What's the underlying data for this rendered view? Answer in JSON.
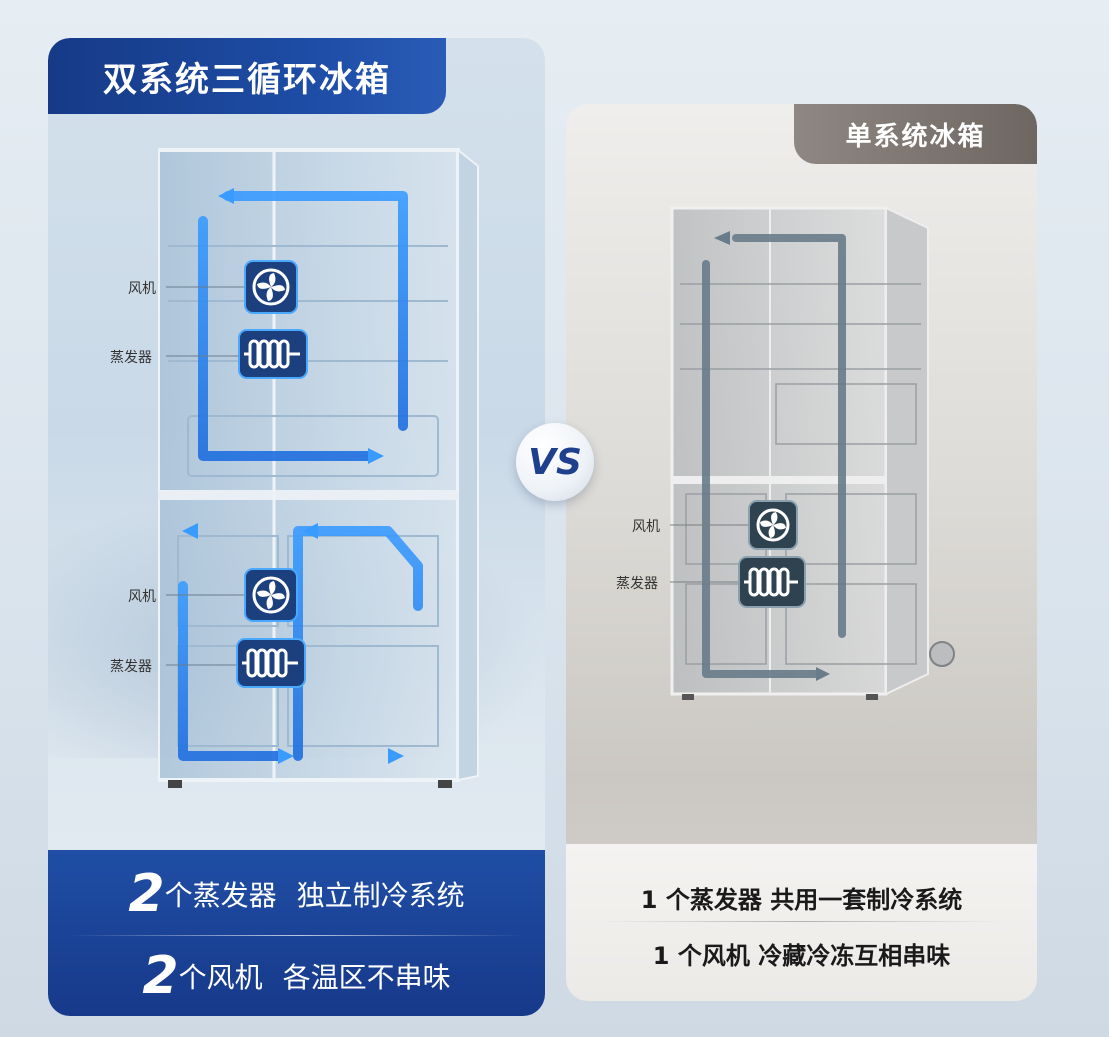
{
  "left": {
    "title": "双系统三循环冰箱",
    "labels": {
      "fan_top": "风机",
      "evap_top": "蒸发器",
      "fan_bottom": "风机",
      "evap_bottom": "蒸发器"
    },
    "line1": {
      "number": "2",
      "text1": "个蒸发器",
      "text2": "独立制冷系统"
    },
    "line2": {
      "number": "2",
      "text1": "个风机",
      "text2": "各温区不串味"
    }
  },
  "vs": "VS",
  "right": {
    "title": "单系统冰箱",
    "labels": {
      "fan": "风机",
      "evap": "蒸发器"
    },
    "line1": "1 个蒸发器 共用一套制冷系统",
    "line2": "1 个风机 冷藏冷冻互相串味"
  },
  "colors": {
    "blue_brand": "#1e4ea8",
    "airflow_blue": "#2f8cff",
    "gray_title": "#7a726d",
    "airflow_gray": "#6b7f8c"
  },
  "icons": [
    "fan-icon",
    "evaporator-icon",
    "airflow-arrow-icon"
  ]
}
